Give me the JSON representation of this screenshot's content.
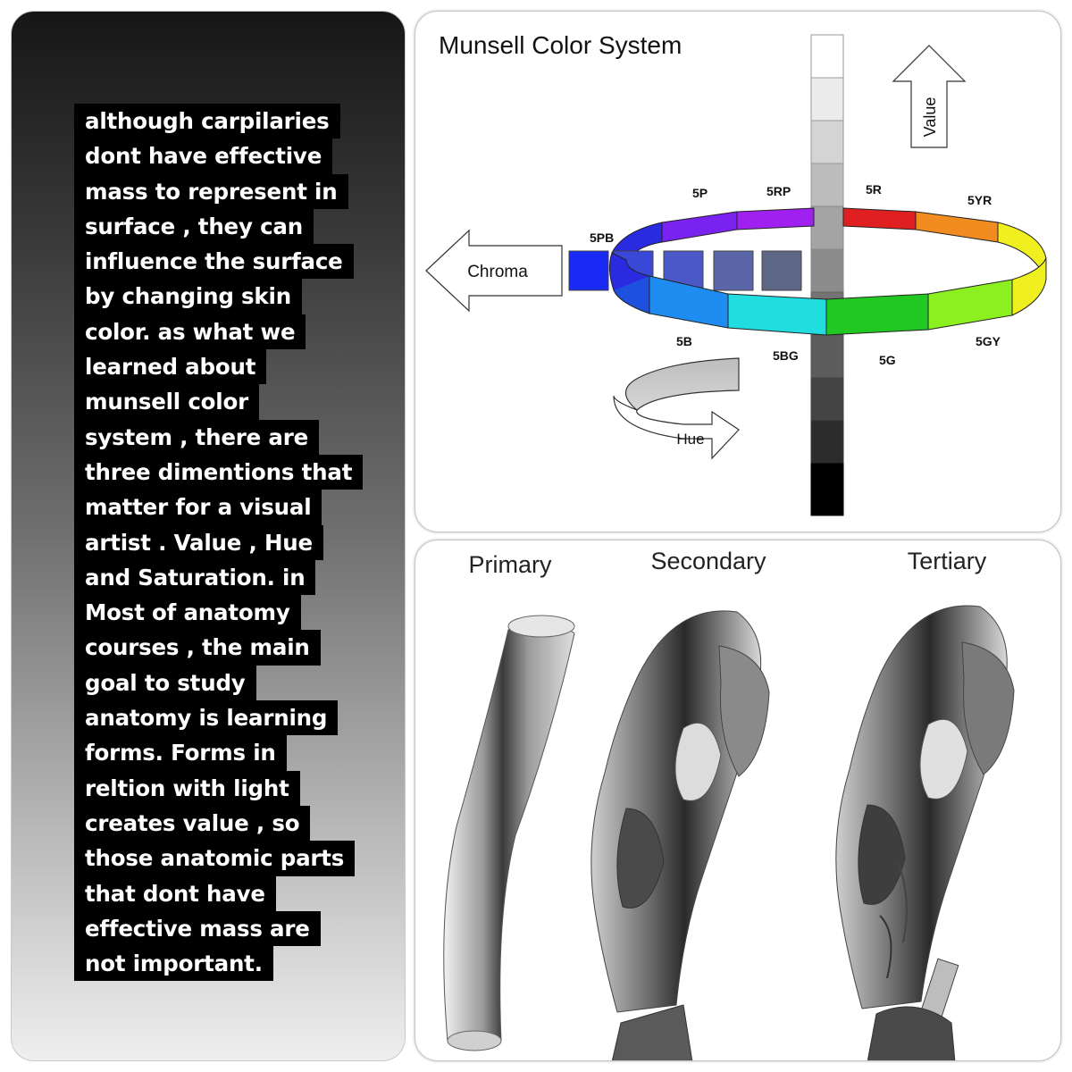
{
  "text_panel": {
    "lines": [
      "although carpilaries",
      "dont have effective",
      "mass to represent in",
      "surface , they can",
      "influence the surface",
      "by changing skin",
      "color. as what we",
      "learned about",
      "munsell color",
      "system , there are",
      "three dimentions that",
      "matter for a visual",
      "artist . Value , Hue",
      "and Saturation. in",
      "Most of anatomy",
      "courses , the main",
      "goal to study",
      "anatomy is learning",
      "forms. Forms in",
      "reltion with light",
      "creates value , so",
      "those anatomic parts",
      "that dont have",
      "effective mass are",
      "not important."
    ]
  },
  "munsell": {
    "title": "Munsell Color System",
    "value_label": "Value",
    "chroma_label": "Chroma",
    "hue_label": "Hue",
    "hue_labels": {
      "p5": "5P",
      "rp5": "5RP",
      "r5": "5R",
      "yr5": "5YR",
      "pb5": "5PB",
      "b5": "5B",
      "bg5": "5BG",
      "g5": "5G",
      "gy5": "5GY"
    },
    "colors": {
      "pb": "#2a2ae0",
      "p": "#7a22f0",
      "rp": "#a020f0",
      "r": "#e02020",
      "yr": "#f08c20",
      "y": "#f0f020",
      "gy": "#8cf020",
      "g": "#22c822",
      "bg": "#22dde0",
      "b": "#1e8cf0",
      "chroma_swatches": [
        "#1a2af5",
        "#3a48d8",
        "#4a58c8",
        "#5a66a8",
        "#5e6686"
      ]
    }
  },
  "forms": {
    "primary_label": "Primary",
    "secondary_label": "Secondary",
    "tertiary_label": "Tertiary"
  }
}
